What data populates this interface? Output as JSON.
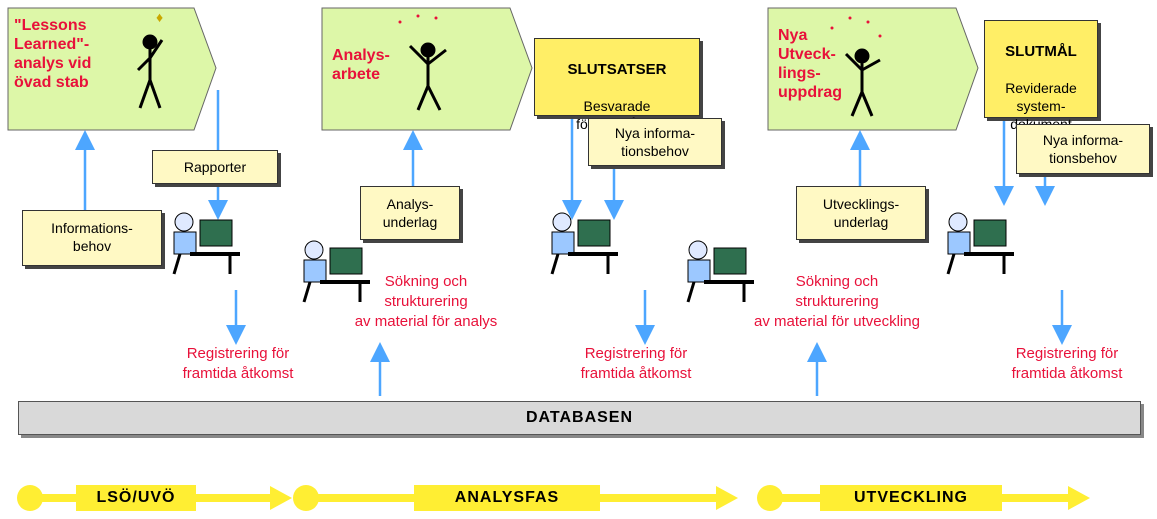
{
  "phases_top": {
    "lessons": "\"Lessons\nLearned\"-\nanalys vid\növad stab",
    "analys": "Analys-\narbete",
    "nya": "Nya\nUtveck-\nlings-\nuppdrag"
  },
  "boxes": {
    "slutsatser_title": "SLUTSATSER",
    "slutsatser_sub": "Besvarade\nförsöksfrågor",
    "slutmal_title": "SLUTMÅL",
    "slutmal_sub": "Reviderade\nsystem-\ndokument",
    "rapporter": "Rapporter",
    "informationsbehov": "Informations-\nbehov",
    "analysunderlag": "Analys-\nunderlag",
    "nya_info_1": "Nya informa-\ntionsbehov",
    "utvecklingsunderlag": "Utvecklings-\nunderlag",
    "nya_info_2": "Nya informa-\ntionsbehov"
  },
  "red_labels": {
    "sokning_analys": "Sökning och\nstrukturering\nav material för analys",
    "sokning_utveckling": "Sökning och\nstrukturering\nav material för utveckling",
    "registrering_1": "Registrering för\nframtida åtkomst",
    "registrering_2": "Registrering för\nframtida åtkomst",
    "registrering_3": "Registrering för\nframtida åtkomst"
  },
  "database": "DATABASEN",
  "timeline": {
    "phase1": "LSÖ/UVÖ",
    "phase2": "ANALYSFAS",
    "phase3": "UTVECKLING"
  },
  "colors": {
    "pentagon_fill": "#ddf7a8",
    "arrow_blue": "#4da6ff",
    "red_text": "#e8113a",
    "timeline_yellow": "#ffee33"
  }
}
